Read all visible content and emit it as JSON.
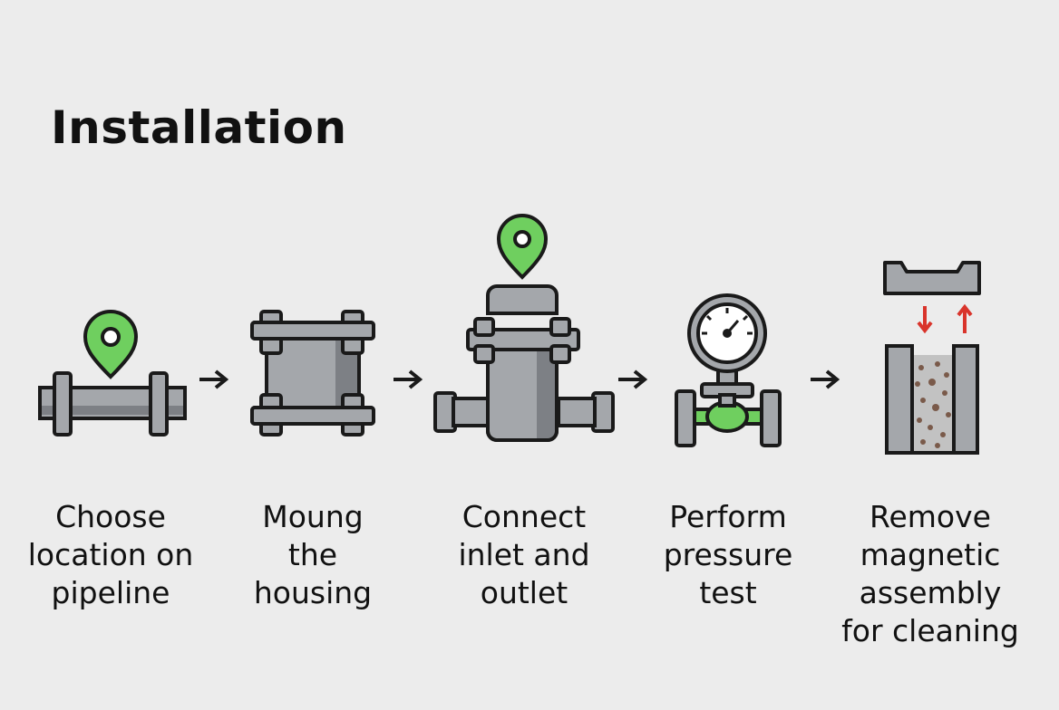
{
  "title": "Installation",
  "colors": {
    "pipe": "#a4a7ab",
    "pipe_dark": "#7d8085",
    "accent_green": "#6fcf5f",
    "accent_red": "#d9342b",
    "debris": "#7a5a4a",
    "outline": "#1a1a1a"
  },
  "steps": [
    {
      "icon": "pipe-with-location-pin-icon",
      "lines": [
        "Choose",
        "location on",
        "pipeline"
      ]
    },
    {
      "icon": "flanged-housing-icon",
      "lines": [
        "Moung",
        "the",
        "housing"
      ]
    },
    {
      "icon": "filter-housing-with-pin-icon",
      "lines": [
        "Connect",
        "inlet and",
        "outlet"
      ]
    },
    {
      "icon": "pressure-gauge-valve-icon",
      "lines": [
        "Perform",
        "pressure",
        "test"
      ]
    },
    {
      "icon": "magnetic-assembly-icon",
      "lines": [
        "Remove",
        "magnetic",
        "assembly",
        "for cleaning"
      ]
    }
  ]
}
